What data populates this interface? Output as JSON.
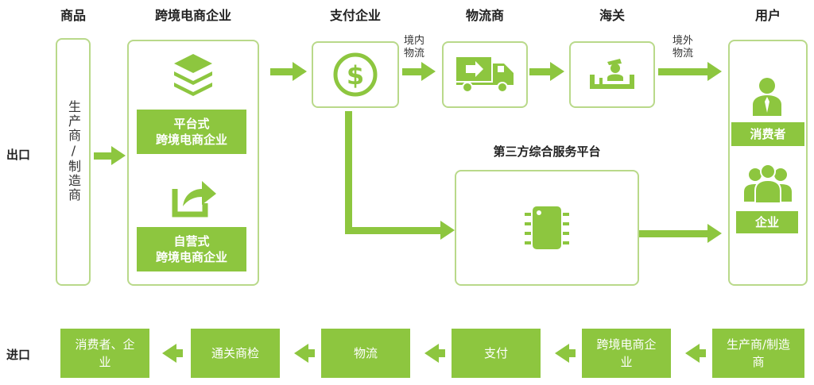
{
  "headers": {
    "goods": "商品",
    "ecommerce": "跨境电商企业",
    "payment": "支付企业",
    "logistics": "物流商",
    "customs": "海关",
    "user": "用户"
  },
  "rows": {
    "export": "出口",
    "import": "进口"
  },
  "producer_vertical": "生产商/制造商",
  "ecommerce_types": {
    "platform": "平台式\n跨境电商企业",
    "selfrun": "自营式\n跨境电商企业"
  },
  "flow_labels": {
    "domestic": "境内\n物流",
    "overseas": "境外\n物流"
  },
  "third_party": "第三方综合服务平台",
  "user_types": {
    "consumer": "消费者",
    "enterprise": "企业"
  },
  "import_chain": [
    "消费者、企\n业",
    "通关商检",
    "物流",
    "支付",
    "跨境电商企\n业",
    "生产商/制造\n商"
  ],
  "colors": {
    "accent": "#8dc63f",
    "border": "#b9d98a"
  }
}
